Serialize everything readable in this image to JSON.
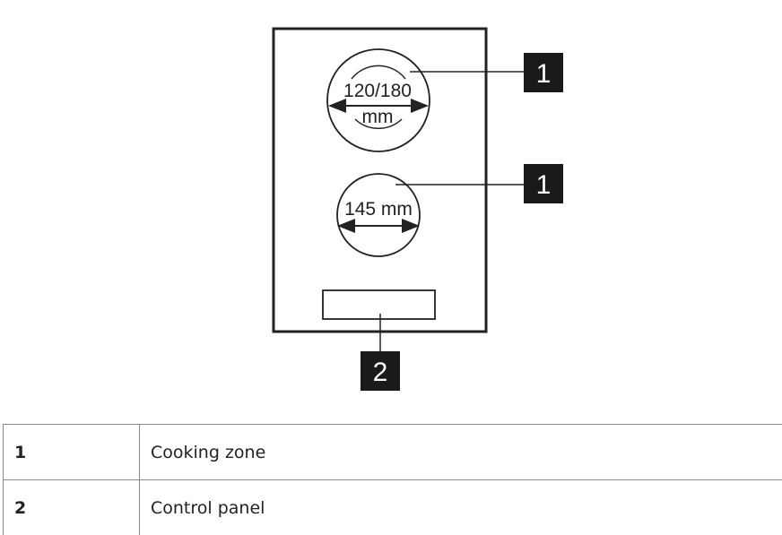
{
  "diagram": {
    "zone1_size_top": "120/180",
    "zone1_size_bottom": "mm",
    "zone2_size": "145 mm",
    "callouts": [
      "1",
      "1",
      "2"
    ]
  },
  "legend": [
    {
      "key": "1",
      "label": "Cooking zone"
    },
    {
      "key": "2",
      "label": "Control panel"
    }
  ]
}
